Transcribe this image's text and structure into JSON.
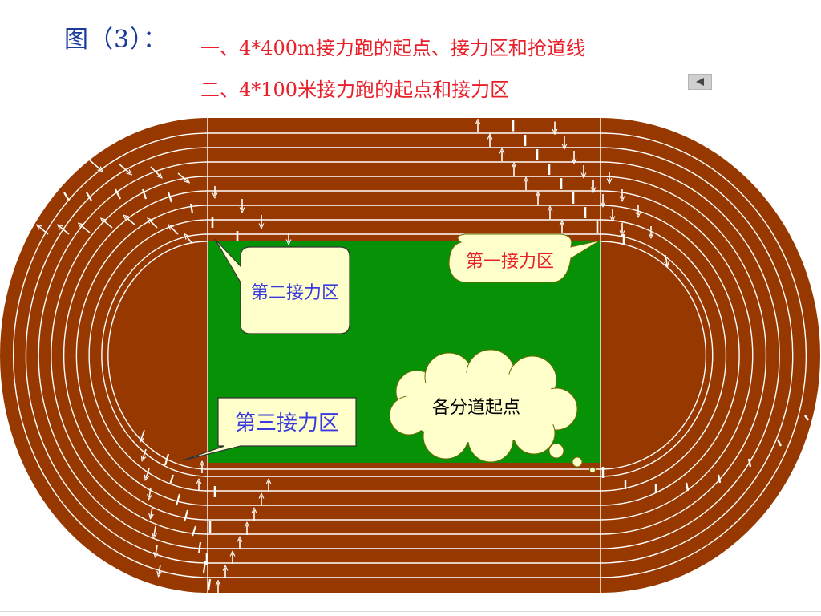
{
  "header": {
    "figure_label": "图（3）：",
    "line1": "一、4*400m接力跑的起点、接力区和抢道线",
    "line2": "二、4*100米接力跑的起点和接力区"
  },
  "callouts": {
    "zone1": "第一接力区",
    "zone2": "第二接力区",
    "zone3": "第三接力区",
    "lane_starts": "各分道起点"
  },
  "colors": {
    "track": "#973800",
    "infield": "#079107",
    "lines": "#ffffff",
    "callout_fill": "#ffffcc",
    "header_text": "#e8202a",
    "figure_label_text": "#1a3a9e",
    "zone_text": "#3a3ae0"
  },
  "icons": {
    "back_button": "triangle-left-icon",
    "arrows": "relay-arrow-icons"
  }
}
